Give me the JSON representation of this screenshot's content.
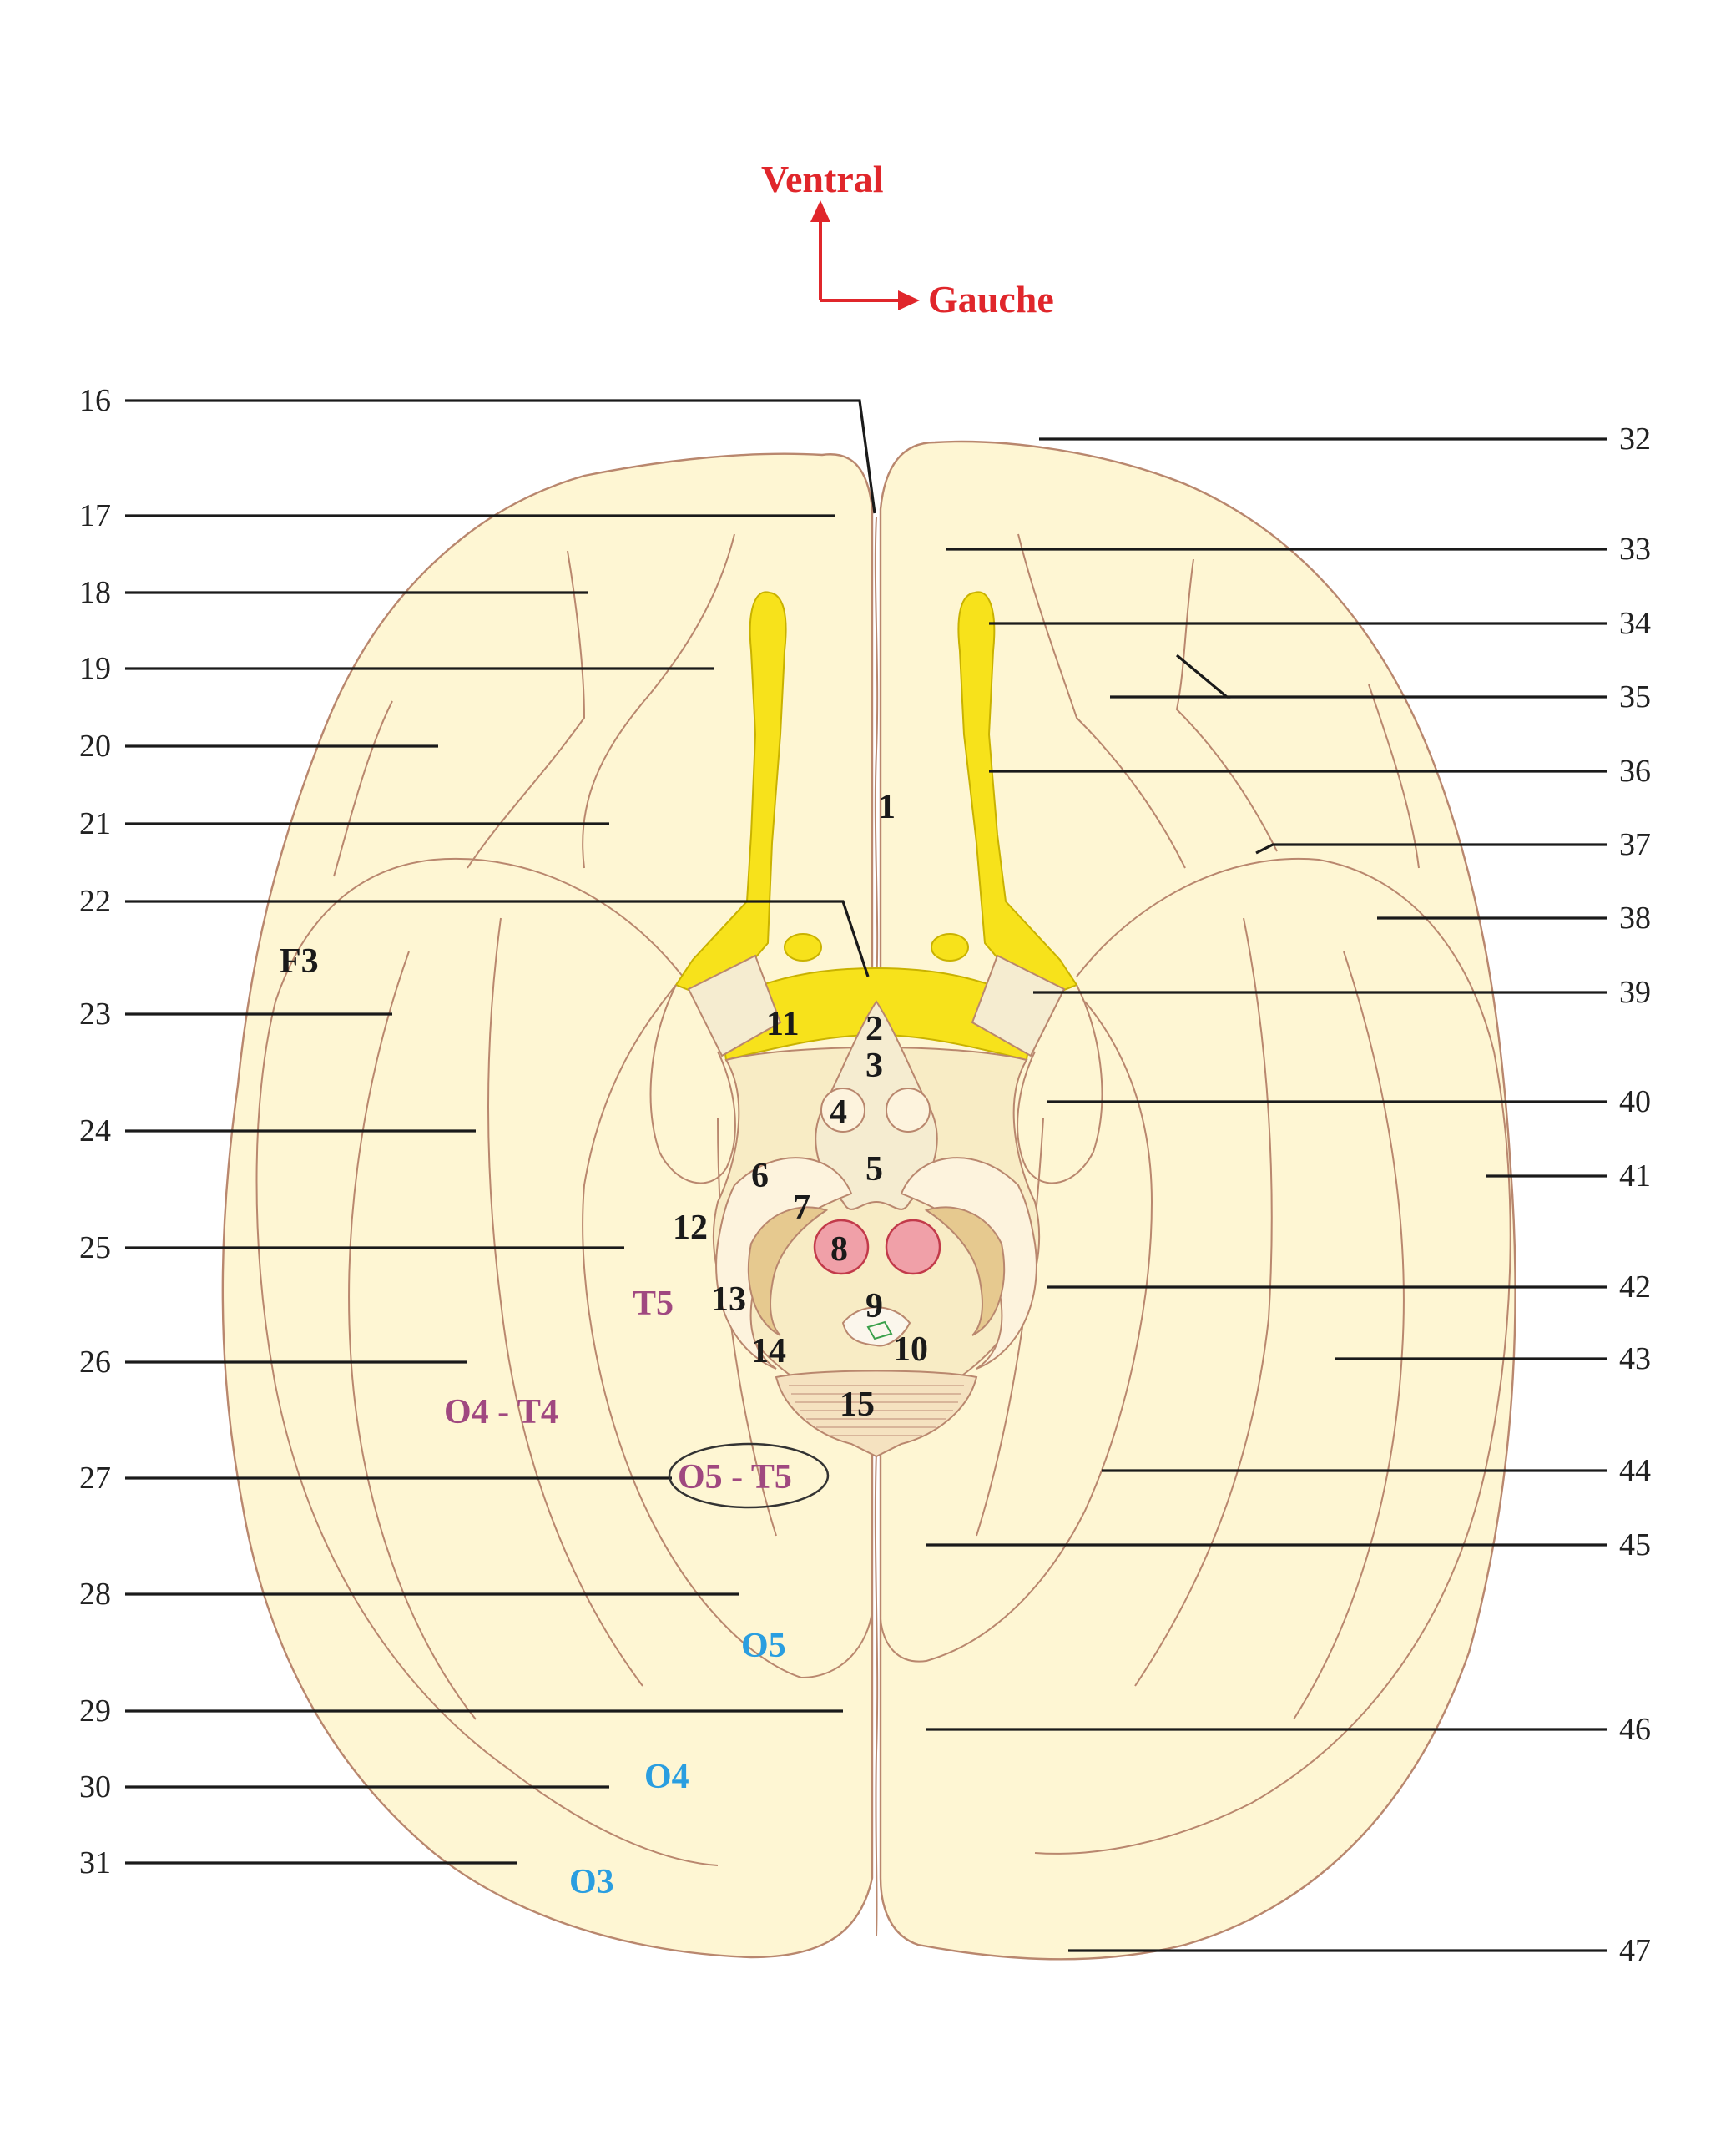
{
  "orientation": {
    "up_label": "Ventral",
    "right_label": "Gauche",
    "arrow_color": "#e0262b"
  },
  "colors": {
    "brain_fill": "#fef6d3",
    "brain_outline": "#b9876e",
    "olfactory": "#f7e21b",
    "red_nucleus": "#f0a0a8",
    "purple_text": "#a04880",
    "blue_text": "#2a9ee0"
  },
  "left_labels": [
    "16",
    "17",
    "18",
    "19",
    "20",
    "21",
    "22",
    "23",
    "24",
    "25",
    "26",
    "27",
    "28",
    "29",
    "30",
    "31"
  ],
  "right_labels": [
    "32",
    "33",
    "34",
    "35",
    "36",
    "37",
    "38",
    "39",
    "40",
    "41",
    "42",
    "43",
    "44",
    "45",
    "46",
    "47"
  ],
  "inner_labels": [
    "1",
    "2",
    "3",
    "4",
    "5",
    "6",
    "7",
    "8",
    "9",
    "10",
    "11",
    "12",
    "13",
    "14",
    "15"
  ],
  "region_labels": {
    "f3": "F3",
    "t5": "T5",
    "o4_t4": "O4 - T4",
    "o5_t5": "O5 - T5",
    "o5": "O5",
    "o4": "O4",
    "o3": "O3"
  }
}
